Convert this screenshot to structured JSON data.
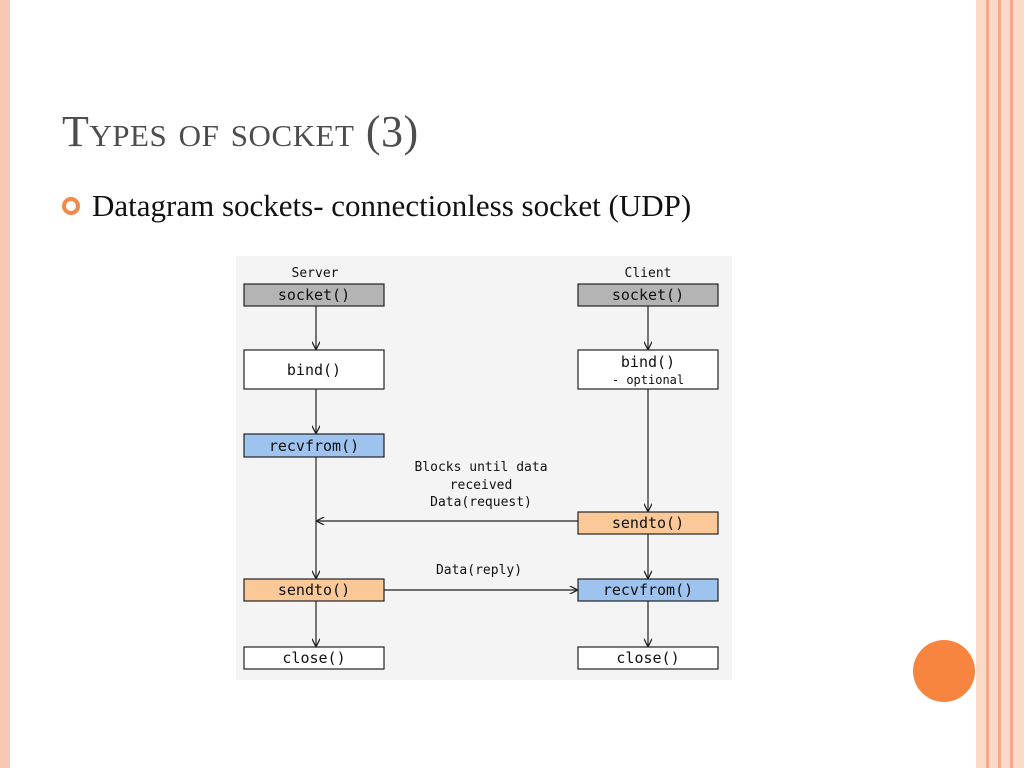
{
  "slide": {
    "title": "Types of socket (3)",
    "bullet": "Datagram sockets- connectionless socket (UDP)"
  },
  "colors": {
    "gray_box": "#b4b4b4",
    "blue_box": "#9dc3ee",
    "orange_box": "#fbc898",
    "white_box": "#ffffff",
    "accent": "#f08a4b"
  },
  "diagram": {
    "server_label": "Server",
    "client_label": "Client",
    "server": {
      "socket": "socket()",
      "bind": "bind()",
      "recvfrom": "recvfrom()",
      "sendto": "sendto()",
      "close": "close()"
    },
    "client": {
      "socket": "socket()",
      "bind": "bind()",
      "bind_note": "- optional",
      "sendto": "sendto()",
      "recvfrom": "recvfrom()",
      "close": "close()"
    },
    "request_note": [
      "Blocks until data",
      "received",
      "Data(request)"
    ],
    "reply_note": "Data(reply)"
  }
}
